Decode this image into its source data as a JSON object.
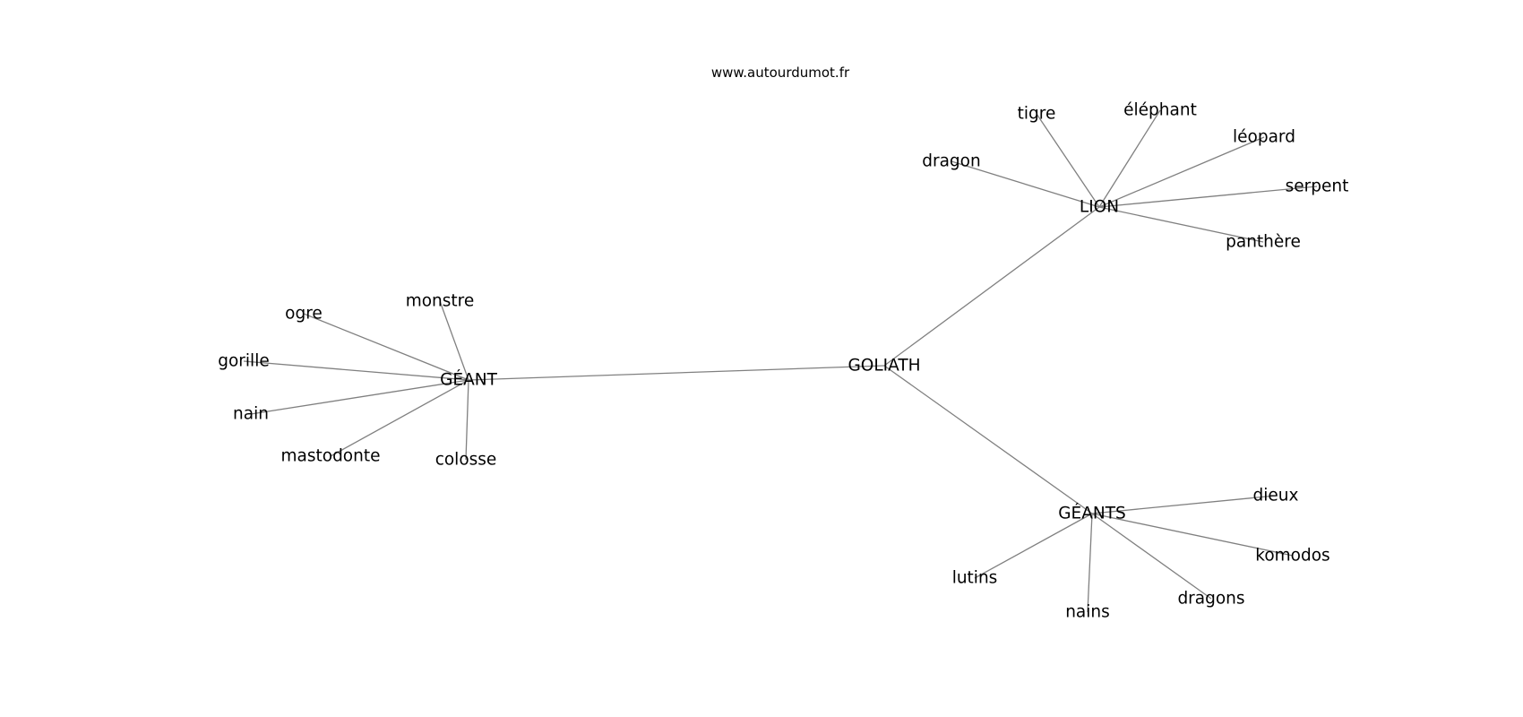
{
  "watermark": "www.autourdumot.fr",
  "colors": {
    "edge": "#808080",
    "text": "#000000",
    "background": "#ffffff"
  },
  "graph": {
    "nodes": [
      {
        "id": "goliath",
        "label": "GOLIATH"
      },
      {
        "id": "geant",
        "label": "GÉANT"
      },
      {
        "id": "lion",
        "label": "LION"
      },
      {
        "id": "geants",
        "label": "GÉANTS"
      },
      {
        "id": "monstre",
        "label": "monstre"
      },
      {
        "id": "ogre",
        "label": "ogre"
      },
      {
        "id": "gorille",
        "label": "gorille"
      },
      {
        "id": "nain",
        "label": "nain"
      },
      {
        "id": "mastodonte",
        "label": "mastodonte"
      },
      {
        "id": "colosse",
        "label": "colosse"
      },
      {
        "id": "tigre",
        "label": "tigre"
      },
      {
        "id": "elephant",
        "label": "éléphant"
      },
      {
        "id": "leopard",
        "label": "léopard"
      },
      {
        "id": "dragon",
        "label": "dragon"
      },
      {
        "id": "serpent",
        "label": "serpent"
      },
      {
        "id": "panthere",
        "label": "panthère"
      },
      {
        "id": "dieux",
        "label": "dieux"
      },
      {
        "id": "komodos",
        "label": "komodos"
      },
      {
        "id": "lutins",
        "label": "lutins"
      },
      {
        "id": "nains",
        "label": "nains"
      },
      {
        "id": "dragons",
        "label": "dragons"
      }
    ],
    "edges": [
      [
        "goliath",
        "geant"
      ],
      [
        "goliath",
        "lion"
      ],
      [
        "goliath",
        "geants"
      ],
      [
        "geant",
        "monstre"
      ],
      [
        "geant",
        "ogre"
      ],
      [
        "geant",
        "gorille"
      ],
      [
        "geant",
        "nain"
      ],
      [
        "geant",
        "mastodonte"
      ],
      [
        "geant",
        "colosse"
      ],
      [
        "lion",
        "tigre"
      ],
      [
        "lion",
        "elephant"
      ],
      [
        "lion",
        "leopard"
      ],
      [
        "lion",
        "dragon"
      ],
      [
        "lion",
        "serpent"
      ],
      [
        "lion",
        "panthere"
      ],
      [
        "geants",
        "dieux"
      ],
      [
        "geants",
        "komodos"
      ],
      [
        "geants",
        "lutins"
      ],
      [
        "geants",
        "nains"
      ],
      [
        "geants",
        "dragons"
      ]
    ]
  }
}
